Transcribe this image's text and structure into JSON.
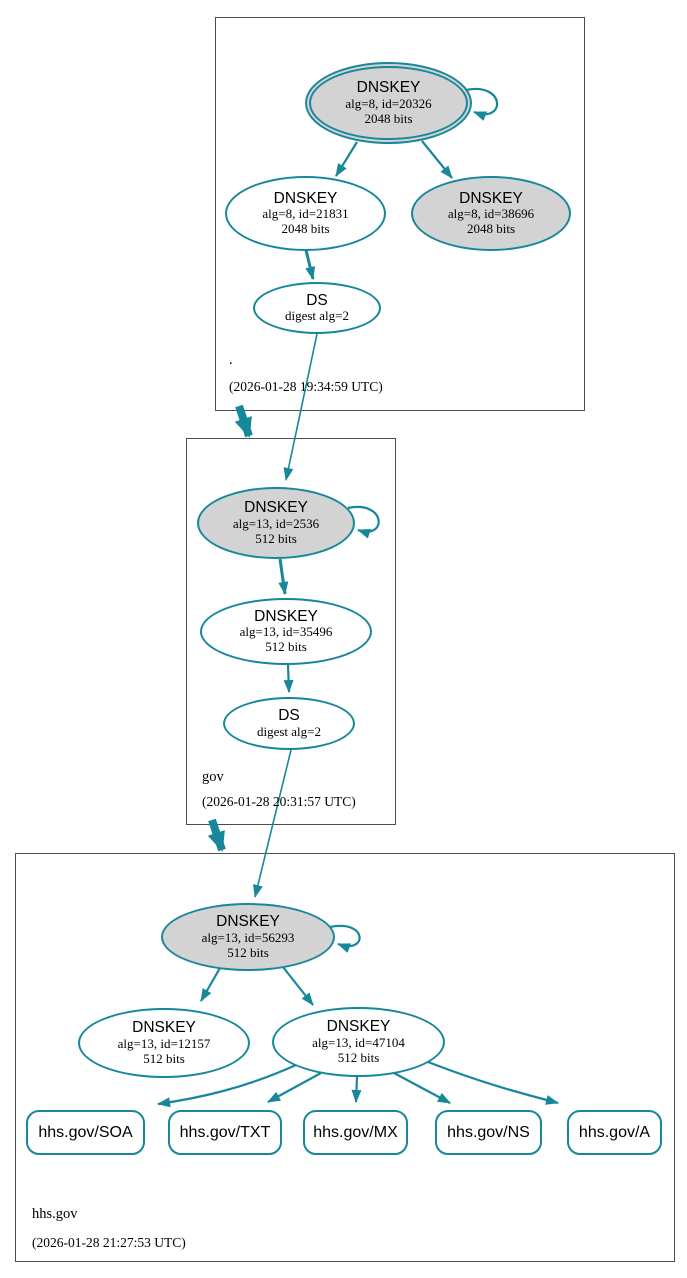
{
  "diagram": {
    "type": "dnssec-authentication-chain",
    "colors": {
      "edge_secure": "#17879a",
      "ksk_fill": "#d3d3d3",
      "node_fill": "#ffffff",
      "zone_box_border": "#4d4d4d"
    }
  },
  "zones": [
    {
      "name": ".",
      "timestamp": "(2026-01-28 19:34:59 UTC)",
      "ksk": {
        "title": "DNSKEY",
        "detail": "alg=8, id=20326",
        "bits": "2048 bits"
      },
      "zsk": {
        "title": "DNSKEY",
        "detail": "alg=8, id=21831",
        "bits": "2048 bits"
      },
      "ksk2": {
        "title": "DNSKEY",
        "detail": "alg=8, id=38696",
        "bits": "2048 bits"
      },
      "ds": {
        "title": "DS",
        "detail": "digest alg=2"
      }
    },
    {
      "name": "gov",
      "timestamp": "(2026-01-28 20:31:57 UTC)",
      "ksk": {
        "title": "DNSKEY",
        "detail": "alg=13, id=2536",
        "bits": "512 bits"
      },
      "zsk": {
        "title": "DNSKEY",
        "detail": "alg=13, id=35496",
        "bits": "512 bits"
      },
      "ds": {
        "title": "DS",
        "detail": "digest alg=2"
      }
    },
    {
      "name": "hhs.gov",
      "timestamp": "(2026-01-28 21:27:53 UTC)",
      "ksk": {
        "title": "DNSKEY",
        "detail": "alg=13, id=56293",
        "bits": "512 bits"
      },
      "zsk1": {
        "title": "DNSKEY",
        "detail": "alg=13, id=12157",
        "bits": "512 bits"
      },
      "zsk2": {
        "title": "DNSKEY",
        "detail": "alg=13, id=47104",
        "bits": "512 bits"
      },
      "rrsets": [
        "hhs.gov/SOA",
        "hhs.gov/TXT",
        "hhs.gov/MX",
        "hhs.gov/NS",
        "hhs.gov/A"
      ]
    }
  ]
}
